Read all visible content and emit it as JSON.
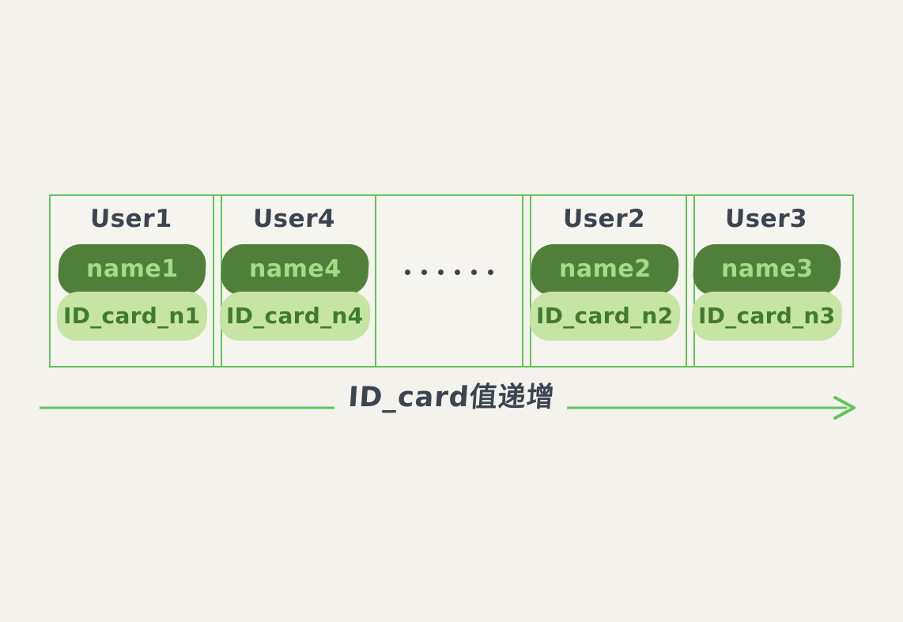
{
  "page": {
    "background_color": "#f4f2ed",
    "cell_background_color": "#f6f4ef",
    "border_color": "#62c45a",
    "title_color": "#3c4450",
    "name_pill_color": "#4f7f39",
    "name_pill_text_color": "#a7d988",
    "id_pill_color": "#c6e4a4",
    "id_pill_text_color": "#3f7c2c",
    "arrow_color": "#62c45a"
  },
  "table": {
    "cells": [
      {
        "kind": "user",
        "title": "User1",
        "name_label": "name1",
        "id_label": "ID_card_n1"
      },
      {
        "kind": "user",
        "title": "User4",
        "name_label": "name4",
        "id_label": "ID_card_n4"
      },
      {
        "kind": "ellipsis",
        "title": "",
        "ellipsis_text": "……",
        "dot_count": 6
      },
      {
        "kind": "user",
        "title": "User2",
        "name_label": "name2",
        "id_label": "ID_card_n2"
      },
      {
        "kind": "user",
        "title": "User3",
        "name_label": "name3",
        "id_label": "ID_card_n3"
      }
    ]
  },
  "axis": {
    "label": "ID_card值递增",
    "direction": "right"
  }
}
